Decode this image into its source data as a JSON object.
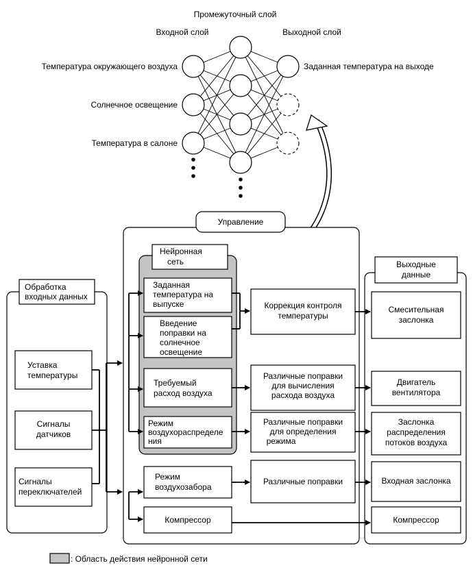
{
  "network": {
    "hidden_title": "Промежуточный слой",
    "input_title": "Входной слой",
    "output_title": "Выходной слой",
    "inputs": [
      "Температура окружающего воздуха",
      "Солнечное освещение",
      "Температура в салоне"
    ],
    "output": "Заданная температура на выходе"
  },
  "control": {
    "title": "Управление"
  },
  "neural_area": {
    "title": [
      "Нейронная",
      "сеть"
    ]
  },
  "input_processing": {
    "title": [
      "Обработка",
      "входных данных"
    ],
    "items": [
      [
        "Уставка",
        "температуры"
      ],
      [
        "Сигналы",
        "датчиков"
      ],
      [
        "Сигналы",
        "переключателей"
      ]
    ]
  },
  "nn_items": [
    [
      "Заданная",
      "температура на",
      "выпуске"
    ],
    [
      "Введение",
      "поправки на",
      "солнечное",
      "освещение"
    ],
    [
      "Требуемый",
      "расход воздуха"
    ],
    [
      "Режим",
      "воздухораспределе",
      "ния"
    ]
  ],
  "other_control": [
    [
      "Режим",
      "воздухозабора"
    ],
    [
      "Компрессор"
    ]
  ],
  "corrections": [
    [
      "Коррекция контроля",
      "температуры"
    ],
    [
      "Различные поправки",
      "для вычисления",
      "расхода воздуха"
    ],
    [
      "Различные поправки",
      "для определения",
      "режима"
    ],
    [
      "Различные поправки"
    ]
  ],
  "outputs": {
    "title": [
      "Выходные",
      "данные"
    ],
    "items": [
      [
        "Смесительная",
        "заслонка"
      ],
      [
        "Двигатель",
        "вентилятора"
      ],
      [
        "Заслонка",
        "распределения",
        "потоков воздуха"
      ],
      [
        "Входная заслонка"
      ],
      [
        "Компрессор"
      ]
    ]
  },
  "legend": ": Область действия нейронной сети",
  "colors": {
    "neural_area_fill": "#c4c4c4",
    "line": "#000000",
    "background": "#ffffff"
  }
}
